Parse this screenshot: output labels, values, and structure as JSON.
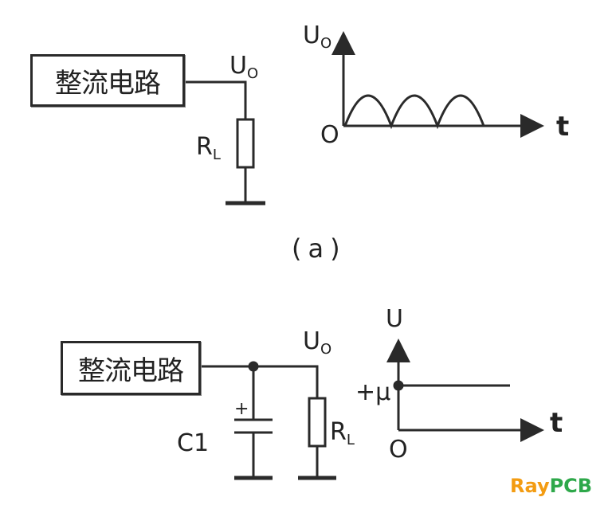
{
  "diagram_a": {
    "block_label": "整流电路",
    "out_label": "U",
    "out_sub": "O",
    "load_label": "R",
    "load_sub": "L",
    "y_axis_label": "U",
    "y_axis_sub": "O",
    "origin_label": "O",
    "x_axis_label": "t",
    "caption": "(a)"
  },
  "diagram_b": {
    "block_label": "整流电路",
    "out_label": "U",
    "out_sub": "O",
    "cap_label": "C1",
    "cap_polarity": "+",
    "load_label": "R",
    "load_sub": "L",
    "y_axis_label": "U",
    "level_label": "+μ",
    "origin_label": "O",
    "x_axis_label": "t"
  },
  "brand": {
    "part1": "Ray",
    "part2": "PCB"
  },
  "colors": {
    "line": "#2a2a2a",
    "brand_orange": "#f39c12",
    "brand_green": "#2ea84a"
  }
}
